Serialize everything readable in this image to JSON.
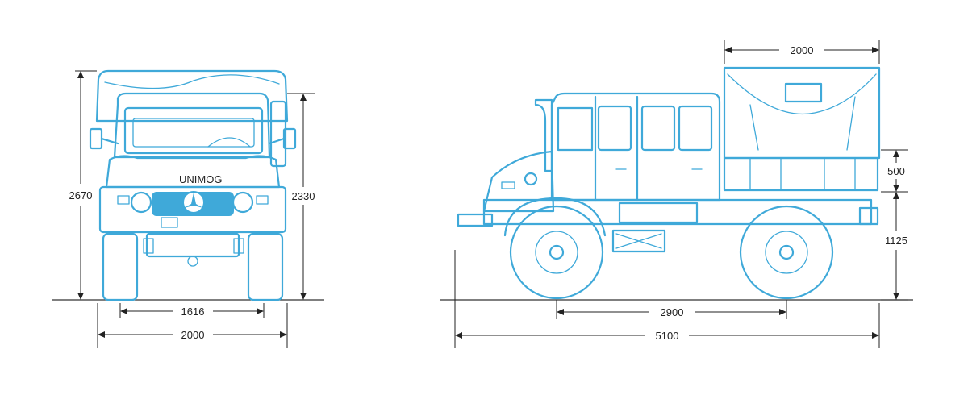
{
  "front_view": {
    "height_overall": "2670",
    "height_cab": "2330",
    "track_width": "1616",
    "overall_width": "2000",
    "grille_badge": "UNIMOG"
  },
  "side_view": {
    "cargo_length": "2000",
    "sideboard_height": "500",
    "platform_height": "1125",
    "wheelbase": "2900",
    "overall_length": "5100"
  }
}
